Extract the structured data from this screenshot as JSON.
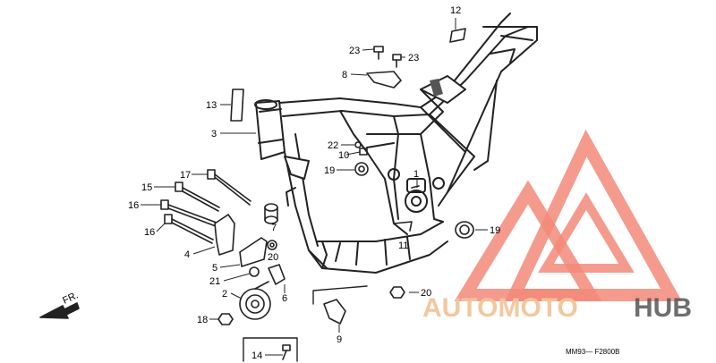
{
  "diagram": {
    "callouts": {
      "c12": "12",
      "c23a": "23",
      "c23b": "23",
      "c8": "8",
      "c13": "13",
      "c3": "3",
      "c22": "22",
      "c10": "10",
      "c19a": "19",
      "c1": "1",
      "c17": "17",
      "c15": "15",
      "c16a": "16",
      "c16b": "16",
      "c7": "7",
      "c11": "11",
      "c19b": "19",
      "c4": "4",
      "c20a": "20",
      "c5": "5",
      "c21": "21",
      "c6": "6",
      "c2": "2",
      "c20b": "20",
      "c18": "18",
      "c9": "9",
      "c14": "14"
    },
    "direction_label": "FR.",
    "figure_code": "MM93— F2800B"
  },
  "watermark": {
    "brand_part1": "AUTOMOTO",
    "brand_part2": "HUB",
    "color_primary": "#f28a7a",
    "color_secondary": "#f2c59a",
    "color_dark": "#555555"
  }
}
